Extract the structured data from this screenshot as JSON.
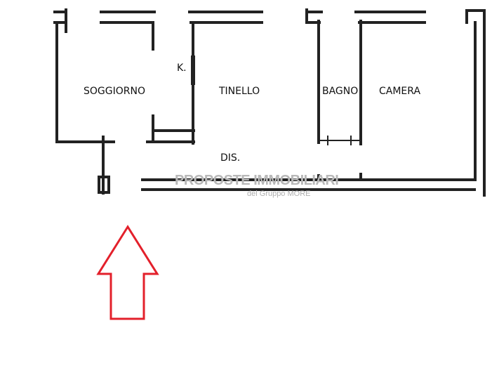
{
  "rooms": {
    "soggiorno": "SOGGIORNO",
    "kitchen": "K.",
    "tinello": "TINELLO",
    "bagno": "BAGNO",
    "camera": "CAMERA",
    "disimpegno": "DIS."
  },
  "watermark": {
    "title": "PROPOSTE IMMOBILIARI",
    "subtitle": "del Gruppo MORE"
  },
  "colors": {
    "wall": "#222222",
    "arrow": "#e3202b"
  }
}
